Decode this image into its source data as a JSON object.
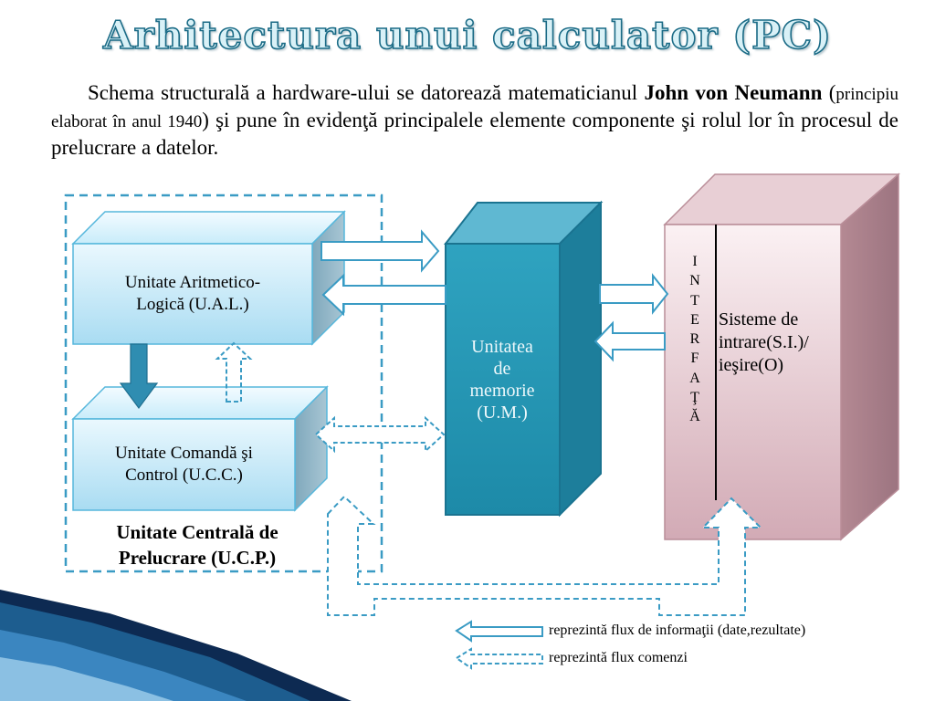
{
  "title": "Arhitectura unui calculator (PC)",
  "intro": {
    "part1": "Schema structurală a hardware-ului se datorează matematicianul ",
    "bold_name": "John von Neumann",
    "part2": " (",
    "small_note": "principiu elaborat în anul 1940",
    "part3": ") şi pune în evidenţă principalele elemente componente şi rolul lor în procesul de prelucrare a datelor."
  },
  "diagram": {
    "ual": {
      "line1": "Unitate Aritmetico-",
      "line2": "Logică (U.A.L.)"
    },
    "ucc": {
      "line1": "Unitate Comandă şi",
      "line2": "Control (U.C.C.)"
    },
    "ucp": {
      "line1": "Unitate Centrală de",
      "line2": "Prelucrare (U.C.P.)"
    },
    "um": {
      "line1": "Unitatea",
      "line2": "de",
      "line3": "memorie",
      "line4": "(U.M.)"
    },
    "interfata_letters": [
      "I",
      "N",
      "T",
      "E",
      "R",
      "F",
      "A",
      "Ţ",
      "Ă"
    ],
    "sio": {
      "line1": "Sisteme de",
      "line2": "intrare(S.I.)/",
      "line3": "ieşire(O)"
    }
  },
  "legend": {
    "data_flow": "reprezintă flux de informaţii (date,rezultate)",
    "command_flow": "reprezintă flux comenzi"
  },
  "colors": {
    "title_stroke": "#1b6b86",
    "box_light": "#bfe7f7",
    "memory_teal": "#2596b3",
    "io_pink": "#d8b3bd",
    "dashed_blue": "#3a9bc4",
    "corner_navy": "#0d2a52"
  }
}
